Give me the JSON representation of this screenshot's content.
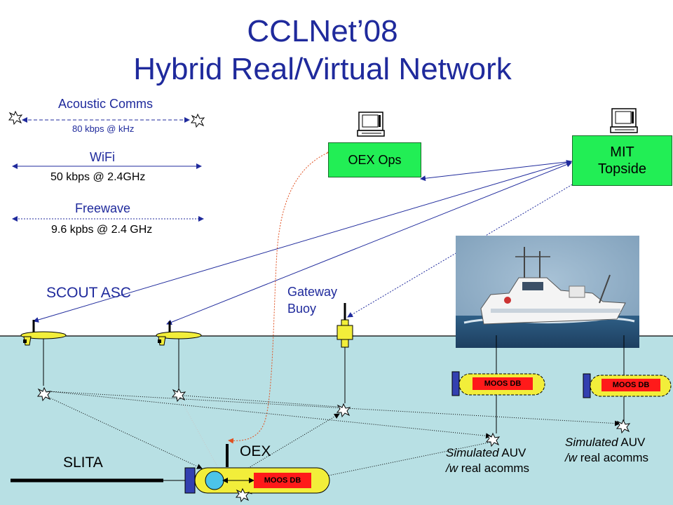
{
  "title": {
    "line1": "CCLNet’08",
    "line2": "Hybrid Real/Virtual Network"
  },
  "legend": {
    "acoustic": {
      "name": "Acoustic Comms",
      "rate": "80 kbps @ kHz"
    },
    "wifi": {
      "name": "WiFi",
      "rate": "50 kbps @ 2.4GHz"
    },
    "freewave": {
      "name": "Freewave",
      "rate": "9.6 kpbs @ 2.4 GHz"
    }
  },
  "nodes": {
    "oex_ops": "OEX Ops",
    "mit_topside_line1": "MIT",
    "mit_topside_line2": "Topside",
    "scout": "SCOUT ASC",
    "gateway_line1": "Gateway",
    "gateway_line2": "Buoy",
    "oex": "OEX",
    "slita": "SLITA",
    "moos_db": "MOOS DB"
  },
  "simulated_auv": {
    "word_italic": "Simulated",
    "word_rest": " AUV",
    "line2_italic": "/w",
    "line2_rest": "  real acomms"
  },
  "colors": {
    "title": "#1f2a9c",
    "sea": "#b8e0e4",
    "box_green": "#22ee55",
    "vehicle_yellow": "#f2ee3a",
    "moos_red": "#ff1a1a",
    "endcap_blue": "#3340b0",
    "link_navy": "#1f2a9c",
    "link_red": "#e05020"
  },
  "icons": [
    "computer-terminal-icon",
    "acoustic-modem-burst-icon",
    "buoy-icon",
    "ship-photo"
  ]
}
